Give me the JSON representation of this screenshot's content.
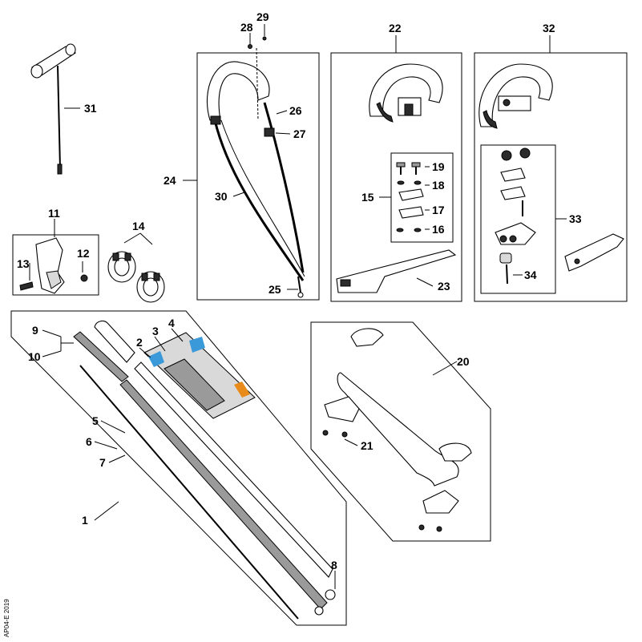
{
  "part_labels": {
    "p1": "1",
    "p2": "2",
    "p3": "3",
    "p4": "4",
    "p5": "5",
    "p6": "6",
    "p7": "7",
    "p8": "8",
    "p9": "9",
    "p10": "10",
    "p11": "11",
    "p12": "12",
    "p13": "13",
    "p14": "14",
    "p15": "15",
    "p16": "16",
    "p17": "17",
    "p18": "18",
    "p19": "19",
    "p20": "20",
    "p21": "21",
    "p22": "22",
    "p23": "23",
    "p24": "24",
    "p25": "25",
    "p26": "26",
    "p27": "27",
    "p28": "28",
    "p29": "29",
    "p30": "30",
    "p31": "31",
    "p32": "32",
    "p33": "33",
    "p34": "34"
  },
  "side_code": "AP04-E 2019"
}
